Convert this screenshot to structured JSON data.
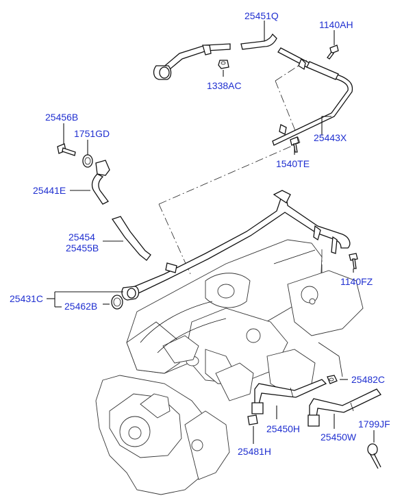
{
  "labels": {
    "p25451Q": "25451Q",
    "p1140AH": "1140AH",
    "p1338AC": "1338AC",
    "p25456B": "25456B",
    "p1751GD": "1751GD",
    "p25443X": "25443X",
    "p1540TE": "1540TE",
    "p25441E": "25441E",
    "p25454": "25454",
    "p25455B": "25455B",
    "p1140FZ": "1140FZ",
    "p25431C": "25431C",
    "p25462B": "25462B",
    "p25482C": "25482C",
    "p25450H": "25450H",
    "p25481H": "25481H",
    "p25450W": "25450W",
    "p1799JF": "1799JF"
  },
  "colors": {
    "label": "#1f2fd0",
    "line": "#111111"
  }
}
